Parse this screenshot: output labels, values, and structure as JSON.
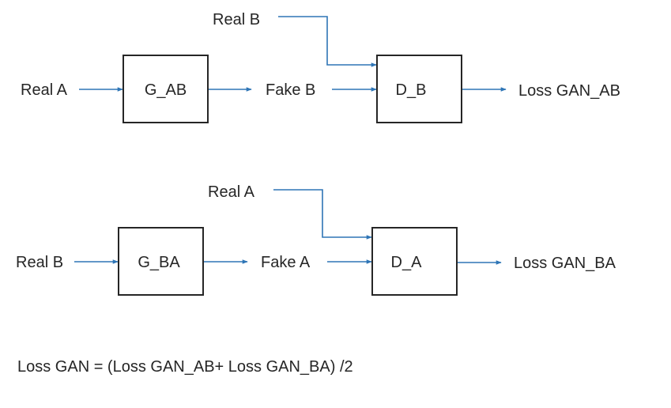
{
  "colors": {
    "arrow": "#2e75b6",
    "text": "#262626",
    "box_border": "#262626"
  },
  "top_pipeline": {
    "input_label": "Real A",
    "generator_label": "G_AB",
    "fake_label": "Fake B",
    "real_label": "Real B",
    "discriminator_label": "D_B",
    "loss_label": "Loss GAN_AB"
  },
  "bottom_pipeline": {
    "input_label": "Real B",
    "generator_label": "G_BA",
    "fake_label": "Fake A",
    "real_label": "Real A",
    "discriminator_label": "D_A",
    "loss_label": "Loss GAN_BA"
  },
  "formula": "Loss GAN = (Loss GAN_AB+ Loss GAN_BA) /2"
}
